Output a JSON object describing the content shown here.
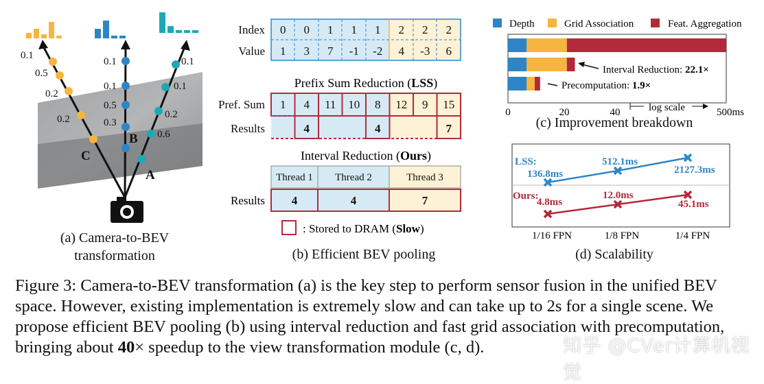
{
  "panel_a": {
    "caption_line1": "(a) Camera-to-BEV",
    "caption_line2": "transformation",
    "ray_labels": {
      "a": "A",
      "b": "B",
      "c": "C"
    },
    "left_probs": [
      "0.1",
      "0.5",
      "0.2",
      "0.2"
    ],
    "mid_probs": [
      "0.1",
      "0.1",
      "0.5",
      "0.3"
    ],
    "right_probs": [
      "0.1",
      "0.1",
      "0.2",
      "0.6"
    ],
    "colors": {
      "orange": "#f5b53f",
      "blue": "#2f85c4",
      "teal": "#1ea8b5",
      "dark": "#111111"
    }
  },
  "panel_b": {
    "caption": "(b) Efficient BEV pooling",
    "index_label": "Index",
    "value_label": "Value",
    "index_row": [
      "0",
      "0",
      "1",
      "1",
      "1",
      "2",
      "2",
      "2"
    ],
    "value_row": [
      "1",
      "3",
      "7",
      "-1",
      "-2",
      "4",
      "-3",
      "6"
    ],
    "prefix_title": "Prefix Sum Reduction (",
    "prefix_title_bold": "LSS",
    "prefix_title_end": ")",
    "pref_label": "Pref. Sum",
    "pref_row": [
      "1",
      "4",
      "11",
      "10",
      "8",
      "12",
      "9",
      "15"
    ],
    "results_label": "Results",
    "results_row": [
      "",
      "4",
      "",
      "",
      "4",
      "",
      "",
      "7"
    ],
    "interval_title": "Interval Reduction (",
    "interval_title_bold": "Ours",
    "interval_title_end": ")",
    "threads": [
      "Thread 1",
      "Thread 2",
      "Thread 3"
    ],
    "interval_results": [
      "4",
      "4",
      "7"
    ],
    "legend_text": ": Stored to DRAM (",
    "legend_bold": "Slow",
    "legend_end": ")",
    "colors": {
      "blue_fill": "#d6eaf5",
      "yellow_fill": "#fdf1d6",
      "red_border": "#b22a3a"
    }
  },
  "panel_c": {
    "caption": "(c) Improvement breakdown",
    "legend": [
      "Depth",
      "Grid Association",
      "Feat. Aggregation"
    ],
    "colors": [
      "#2f85c4",
      "#f5b53f",
      "#b22a3a"
    ],
    "annotation_interval": "Interval Reduction: ",
    "annotation_interval_bold": "22.1×",
    "annotation_precomp": "Precomputation: ",
    "annotation_precomp_bold": "1.9×",
    "axis_ticks": [
      "0",
      "20",
      "40",
      "500ms"
    ],
    "log_scale_text": "log scale",
    "chart_data": {
      "type": "bar",
      "orientation": "horizontal-stacked",
      "series": [
        {
          "name": "Depth",
          "values": [
            7,
            7,
            7
          ]
        },
        {
          "name": "Grid Association",
          "values": [
            15,
            15,
            3
          ]
        },
        {
          "name": "Feat. Aggregation",
          "values": [
            478,
            3,
            2
          ]
        }
      ]
    }
  },
  "panel_d": {
    "caption": "(d) Scalability",
    "lss_label": "LSS:",
    "ours_label": "Ours:",
    "x_ticks": [
      "1/16 FPN",
      "1/8 FPN",
      "1/4 FPN"
    ],
    "lss_values": [
      "136.8ms",
      "512.1ms",
      "2127.3ms"
    ],
    "ours_values": [
      "4.8ms",
      "12.0ms",
      "45.1ms"
    ],
    "colors": {
      "lss": "#2f85c4",
      "ours": "#b22a3a"
    },
    "chart_data": {
      "type": "line",
      "categories": [
        "1/16 FPN",
        "1/8 FPN",
        "1/4 FPN"
      ],
      "series": [
        {
          "name": "LSS",
          "values": [
            136.8,
            512.1,
            2127.3
          ]
        },
        {
          "name": "Ours",
          "values": [
            4.8,
            12.0,
            45.1
          ]
        }
      ]
    }
  },
  "caption": {
    "part1": "Figure 3: Camera-to-BEV transformation (a) is the key step to perform sensor fusion in the unified BEV space. However, existing implementation is extremely slow and can take up to 2s for a single scene. We propose efficient BEV pooling (b) using interval reduction and fast grid association with precomputation, bringing about ",
    "bold": "40",
    "part2": "× speedup to the view transformation module (c, d)."
  },
  "watermark": "知乎 @CVer计算机视觉"
}
